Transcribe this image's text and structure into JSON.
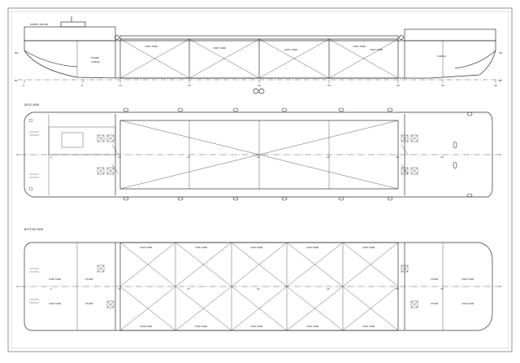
{
  "drawing": {
    "views": {
      "profile": {
        "deckhouse_label": "WHEEL HOUSE",
        "tank_labels": [
          "VOID TANK",
          "VOID TANK",
          "VOID TANK",
          "VOID TANK",
          "VOID TANK"
        ],
        "store_label": "STORE",
        "store_label_2": "CARGO",
        "hold_label": "CARGO",
        "frame_numbers": [
          "0",
          "5",
          "10",
          "15",
          "20",
          "25",
          "30",
          "35",
          "40"
        ],
        "waterline_left": "WL",
        "waterline_right": "WL",
        "baseline_left": "BL",
        "baseline_right": "BL"
      },
      "deck_plan": {
        "title": "DECK VIEW",
        "frame_numbers": [
          "0",
          "5",
          "10",
          "15",
          "20",
          "25",
          "30",
          "35",
          "40"
        ],
        "centerline_left": "CL",
        "centerline_right": "CL"
      },
      "bottom_plan": {
        "title": "BOTTOM VIEW",
        "tank_labels": [
          "VOID TANK",
          "VOID TANK",
          "VOID TANK",
          "VOID TANK",
          "VOID TANK",
          "VOID TANK",
          "VOID TANK",
          "VOID TANK",
          "VOID TANK",
          "VOID TANK"
        ],
        "fore_labels": [
          "VOID TANK",
          "STORE",
          "STORE",
          "VOID TANK"
        ],
        "aft_labels": [
          "VOID TANK",
          "STORE",
          "STORE",
          "VOID TANK"
        ],
        "frame_numbers": [
          "0",
          "5",
          "10",
          "15",
          "20",
          "25",
          "30",
          "35",
          "40"
        ],
        "centerline_left": "CL",
        "centerline_right": "CL"
      }
    },
    "colors": {
      "line": "#333333",
      "frame": "#555555",
      "background": "#ffffff"
    }
  }
}
